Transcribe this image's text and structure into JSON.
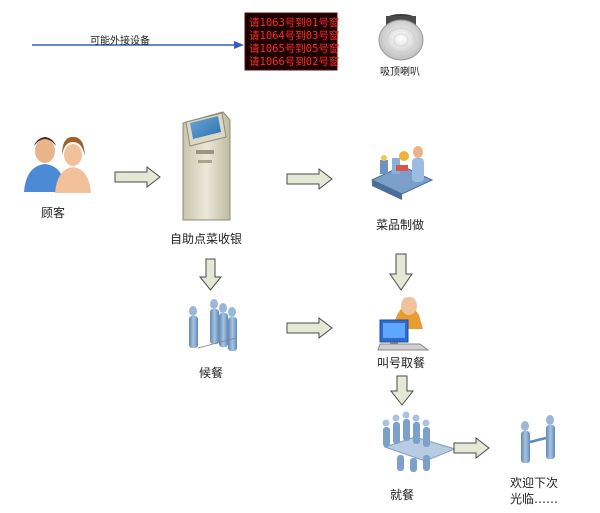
{
  "top": {
    "external_label": "可能外接设备",
    "led_lines": [
      "请1063号到01号窗",
      "请1064号到03号窗",
      "请1065号到05号窗",
      "请1066号到02号窗"
    ],
    "speaker_label": "吸顶喇叭"
  },
  "nodes": {
    "customer": "顾客",
    "kiosk": "自助点菜收银",
    "cooking": "菜品制做",
    "waiting": "候餐",
    "pickup": "叫号取餐",
    "dining": "就餐",
    "farewell_1": "欢迎下次",
    "farewell_2": "光临……"
  },
  "colors": {
    "arrow_fill": "#e4e9d5",
    "arrow_stroke": "#4a4a4a",
    "blue_line": "#3560b8",
    "led_bg": "#1a0000",
    "led_text": "#ff2a2a"
  }
}
